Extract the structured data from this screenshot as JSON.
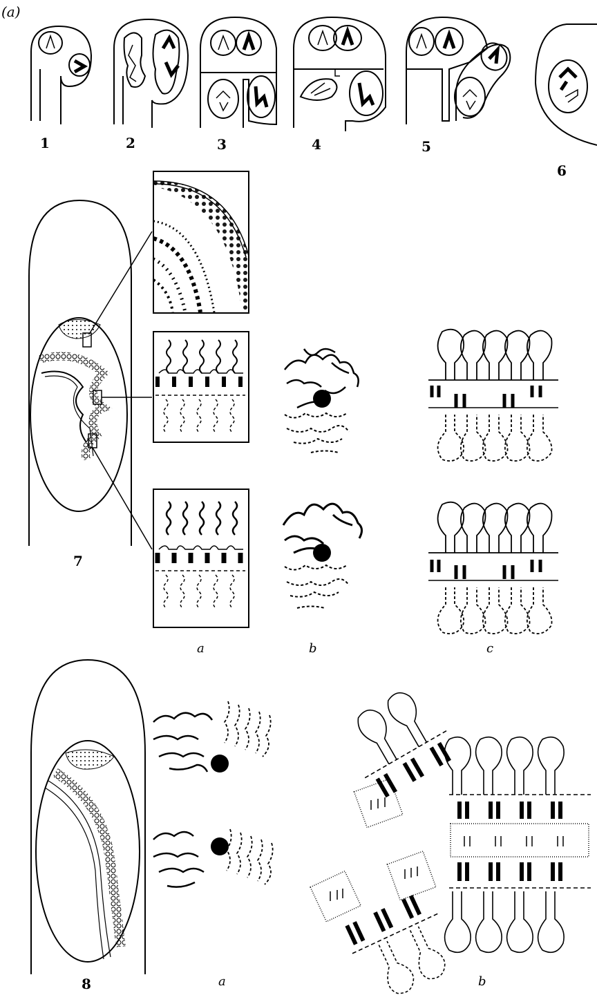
{
  "panel_label": "(a)",
  "stage_labels": [
    "1",
    "2",
    "3",
    "4",
    "5",
    "6"
  ],
  "figure_labels": {
    "fig7": "7",
    "fig8": "8"
  },
  "sub_labels_fig7": [
    "a",
    "b",
    "c"
  ],
  "sub_labels_fig8": [
    "a",
    "b"
  ]
}
